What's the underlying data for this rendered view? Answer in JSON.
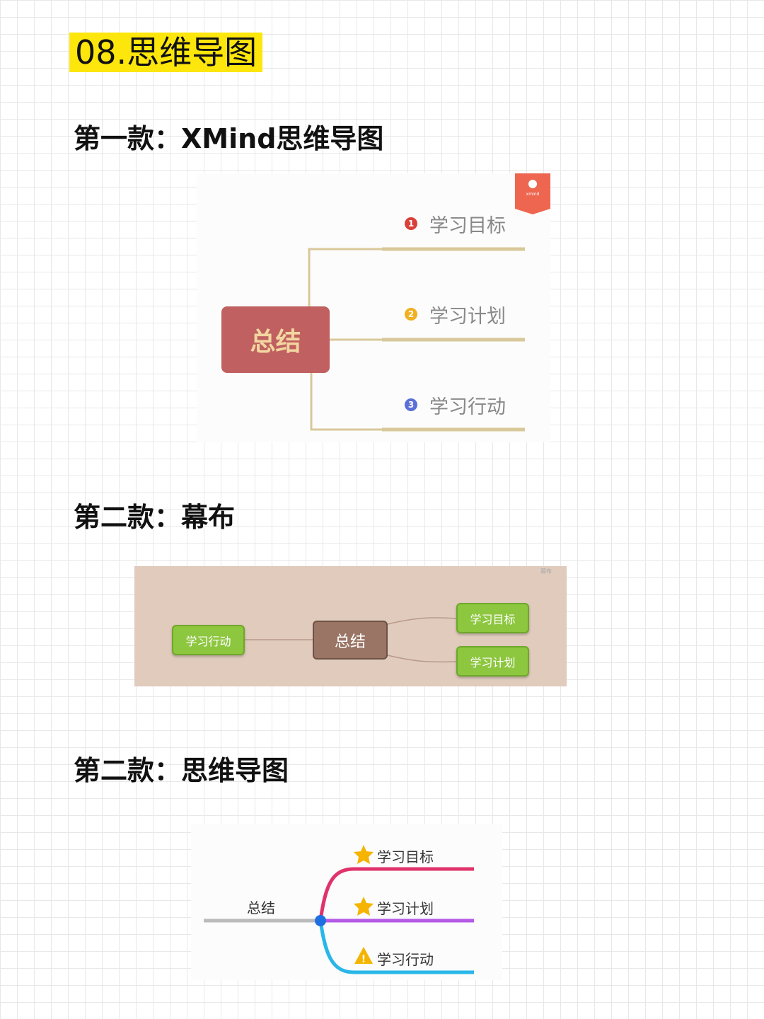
{
  "title": "08.思维导图",
  "sections": [
    {
      "heading": "第一款：XMind思维导图",
      "logo_text": "xmind",
      "center": "总结",
      "branches": [
        {
          "num": "1",
          "label": "学习目标",
          "color": "#d9403a"
        },
        {
          "num": "2",
          "label": "学习计划",
          "color": "#f0b020"
        },
        {
          "num": "3",
          "label": "学习行动",
          "color": "#5a6fd8"
        }
      ]
    },
    {
      "heading": "第二款：幕布",
      "watermark": "幕布",
      "center": "总结",
      "left": "学习行动",
      "right": [
        "学习目标",
        "学习计划"
      ]
    },
    {
      "heading": "第二款：思维导图",
      "center": "总结",
      "branches": [
        {
          "label": "学习目标",
          "icon": "star-icon",
          "color": "#e0336b"
        },
        {
          "label": "学习计划",
          "icon": "star-icon",
          "color": "#b45ae6"
        },
        {
          "label": "学习行动",
          "icon": "warning-icon",
          "color": "#29b6e8"
        }
      ]
    }
  ]
}
